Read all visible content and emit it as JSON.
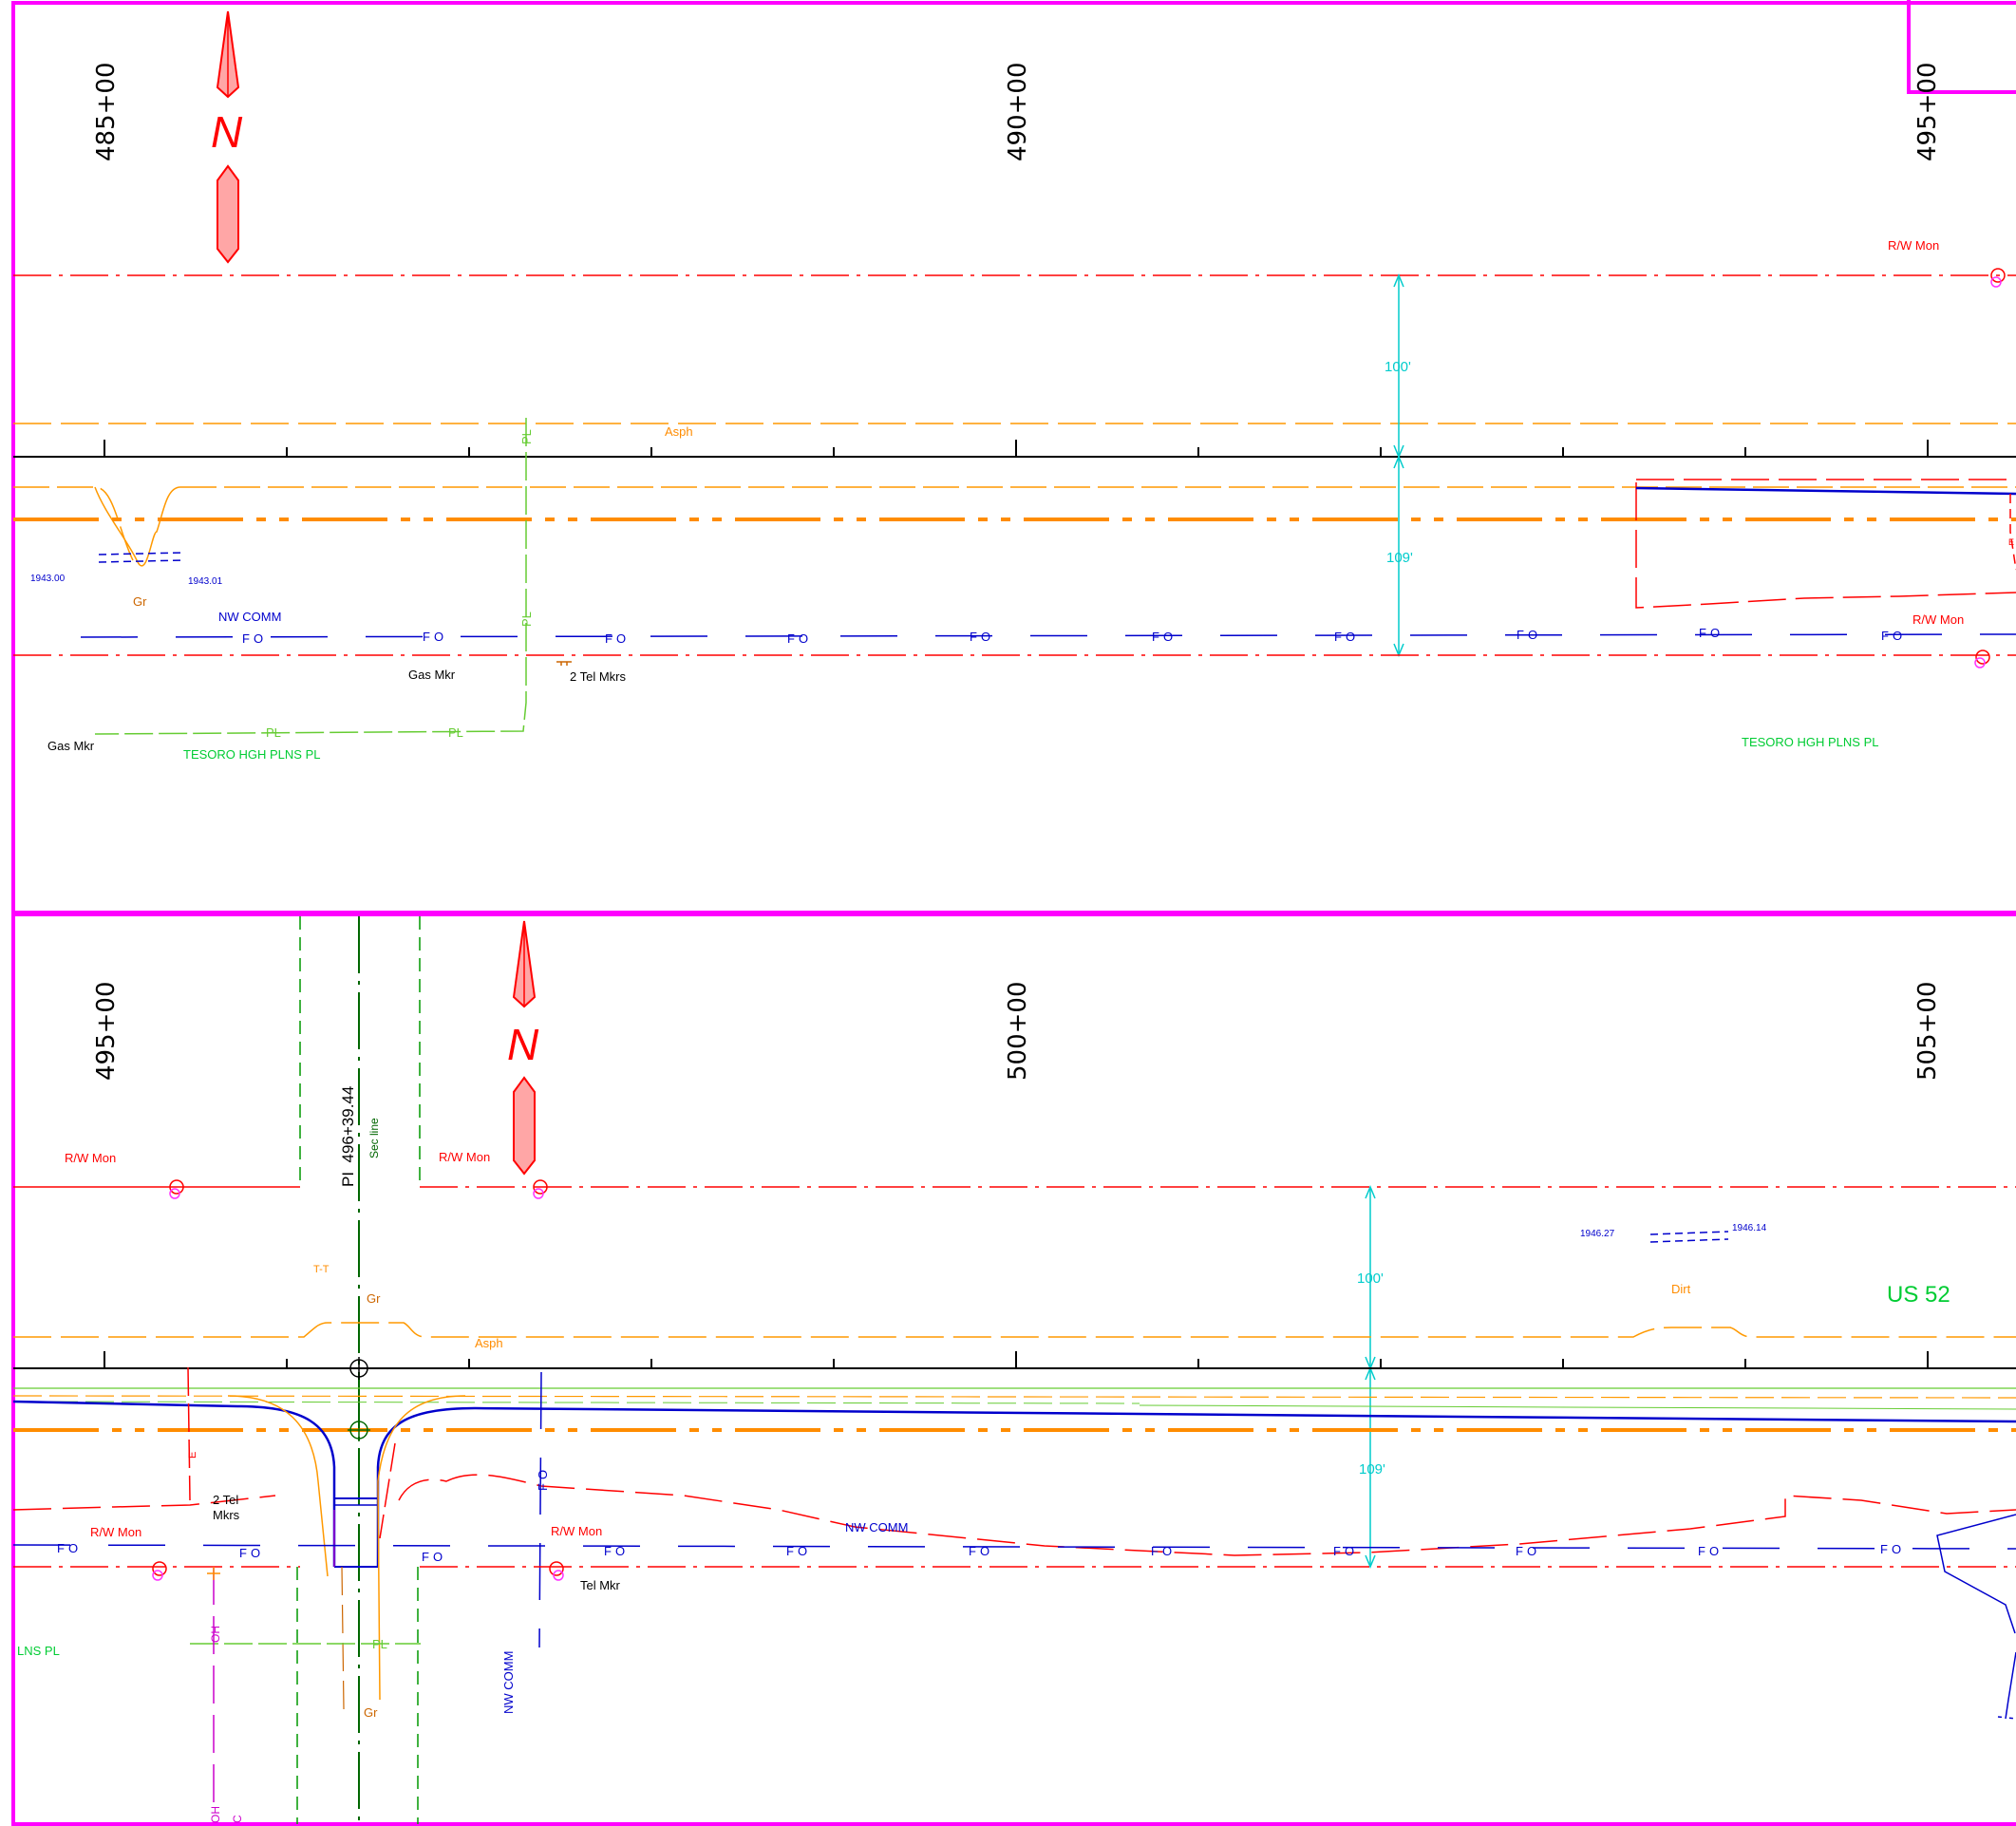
{
  "colors": {
    "frame": "#ff00ff",
    "row": "#ff0000",
    "asphalt": "#ff8c00",
    "edge": "#ff9900",
    "fiber": "#0000cc",
    "pipeline": "#66cc33",
    "dimension": "#00cccc",
    "section": "#006600",
    "marker": "#ff33ff",
    "text_dark": "#000000",
    "ground": "#cc6600",
    "overhead": "#cc00cc"
  },
  "icons": {
    "north_arrow": "north-arrow-icon",
    "monument": "monument-icon",
    "pi_point": "pi-circle-icon"
  },
  "sheet1": {
    "stations": [
      "485+00",
      "490+00",
      "495+00"
    ],
    "north_label": "N",
    "row_mon_top": "R/W Mon",
    "row_mon_bottom": "R/W Mon",
    "asph": "Asph",
    "dim_100": "100'",
    "dim_109": "109'",
    "elev_a": "1943.00",
    "elev_b": "1943.01",
    "gr": "Gr",
    "nw_comm": "NW COMM",
    "fo": "FO",
    "pl": "PL",
    "gas_mkr_1": "Gas Mkr",
    "gas_mkr_2": "Gas Mkr",
    "tel_mkrs": "2 Tel Mkrs",
    "tesoro_1": "TESORO HGH PLNS PL",
    "tesoro_2": "TESORO HGH PLNS PL",
    "e_mark": "E"
  },
  "sheet2": {
    "stations": [
      "495+00",
      "500+00",
      "505+00"
    ],
    "north_label": "N",
    "pi_label": "PI  496+39.44",
    "sec_line": "Sec line",
    "row_mon_1": "R/W Mon",
    "row_mon_2": "R/W Mon",
    "row_mon_3": "R/W Mon",
    "row_mon_4": "R/W Mon",
    "elev_a": "1946.27",
    "elev_b": "1946.14",
    "dirt": "Dirt",
    "us52": "US 52",
    "gr_1": "Gr",
    "gr_2": "Gr",
    "asph": "Asph",
    "dim_100": "100'",
    "dim_109": "109'",
    "tel_mkrs_a": "2 Tel",
    "tel_mkrs_b": "Mkrs",
    "tel_mkr": "Tel Mkr",
    "nw_comm": "NW COMM",
    "nw_comm_vert": "NW COMM",
    "fo": "FO",
    "pl": "PL",
    "lns_pl": "LNS PL",
    "oh_1": "OH",
    "oh_2": "OH",
    "e_mark": "E",
    "ttt": "T-T",
    "c_mark": "C"
  }
}
